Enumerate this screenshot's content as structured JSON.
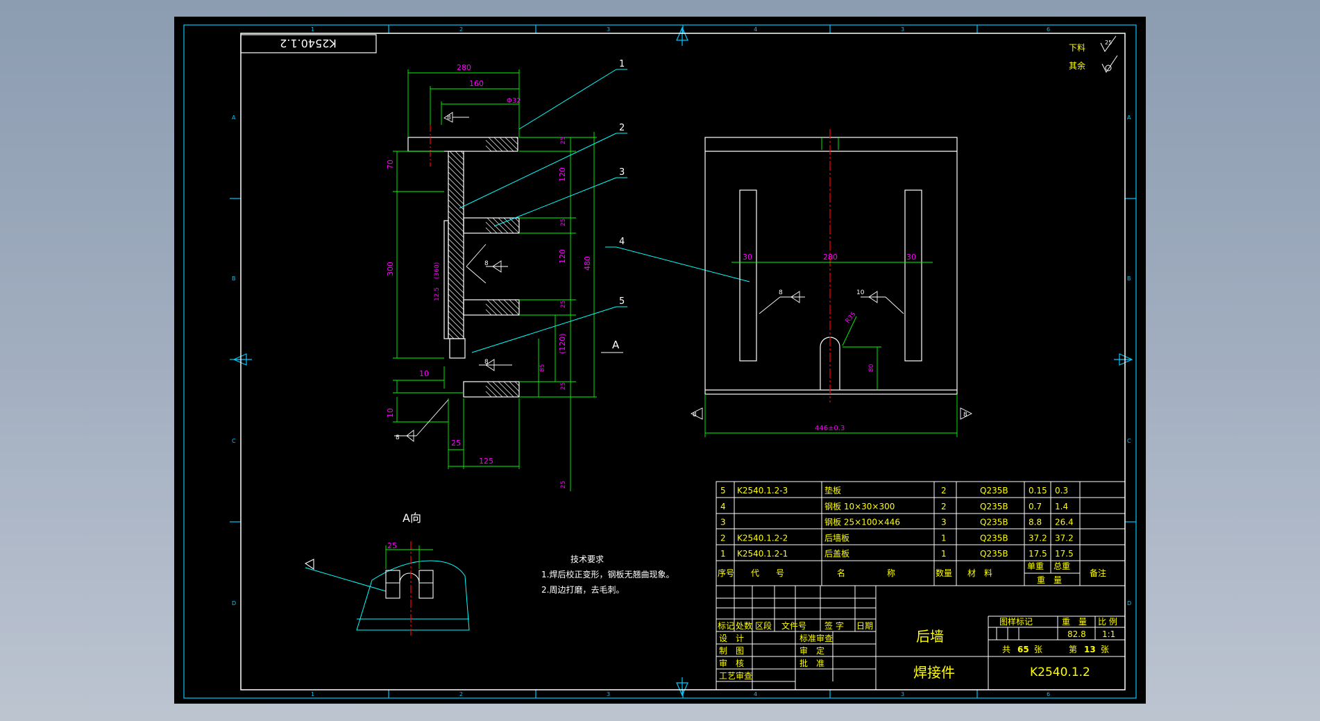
{
  "colors": {
    "background": "#000000",
    "frame": "#00c8ff",
    "outline": "#ffffff",
    "dimension": "#00ff00",
    "dimension_text": "#ff00ff",
    "centerline": "#ff0000",
    "leader": "#00ffff",
    "hatch": "#ffffff",
    "table_text": "#ffff00",
    "table_line": "#ffffff"
  },
  "drawing": {
    "code_box": "K2540.1.2",
    "zone_numbers": [
      "1",
      "2",
      "3",
      "4",
      "3",
      "6"
    ],
    "zone_letters": [
      "A",
      "B",
      "C",
      "D"
    ],
    "roughness": {
      "label_blank": "下料",
      "value_blank": "25",
      "label_rest": "其余"
    },
    "part_callouts": [
      "1",
      "2",
      "3",
      "4",
      "5"
    ],
    "view_arrow_label": "A",
    "view_a_title": "A向",
    "section": {
      "dims": {
        "w280": "280",
        "w160": "160",
        "phi32": "Φ32",
        "h70": "70",
        "h300": "300",
        "h480": "480",
        "h10_a": "10",
        "h10_b": "10",
        "w25": "25",
        "w125": "125",
        "t25_1": "25",
        "t25_2": "25",
        "t25_3": "25",
        "t25_4": "25",
        "t25_5": "25",
        "s120_1": "120",
        "s120_2": "120",
        "s120_3": "(120)",
        "r85": "85",
        "s12_5": "12.5",
        "s360": "(360)"
      }
    },
    "front": {
      "dims": {
        "w30_a": "30",
        "w280": "280",
        "w30_b": "30",
        "r35": "R35",
        "h80": "80",
        "w446": "446±0.3"
      }
    },
    "view_a": {
      "dim25": "25"
    },
    "weld_marks": {
      "w1": "8",
      "w2": "8",
      "w3": "8",
      "w4": "8",
      "w5": "8",
      "w6": "10",
      "w7": "8",
      "w8": "8"
    },
    "notes": {
      "title": "技术要求",
      "line1": "1.焊后校正变形，钢板无翘曲现象。",
      "line2": "2.周边打磨，去毛刺。"
    }
  },
  "bom": {
    "rows": [
      {
        "no": "5",
        "code": "K2540.1.2-3",
        "name": "垫板",
        "qty": "2",
        "material": "Q235B",
        "unit": "0.15",
        "total": "0.3",
        "note": ""
      },
      {
        "no": "4",
        "code": "",
        "name": "钢板 10×30×300",
        "qty": "2",
        "material": "Q235B",
        "unit": "0.7",
        "total": "1.4",
        "note": ""
      },
      {
        "no": "3",
        "code": "",
        "name": "钢板 25×100×446",
        "qty": "3",
        "material": "Q235B",
        "unit": "8.8",
        "total": "26.4",
        "note": ""
      },
      {
        "no": "2",
        "code": "K2540.1.2-2",
        "name": "后墙板",
        "qty": "1",
        "material": "Q235B",
        "unit": "37.2",
        "total": "37.2",
        "note": ""
      },
      {
        "no": "1",
        "code": "K2540.1.2-1",
        "name": "后盖板",
        "qty": "1",
        "material": "Q235B",
        "unit": "17.5",
        "total": "17.5",
        "note": ""
      }
    ],
    "header": {
      "no": "序号",
      "code": "代　　号",
      "name": "名　　　　　称",
      "qty": "数量",
      "material": "材　料",
      "unit": "单重",
      "total": "总重",
      "weight": "重　量",
      "note": "备注"
    }
  },
  "title_block": {
    "rev_headers": [
      "标记",
      "处数",
      "区段",
      "文件号",
      "签 字",
      "日期"
    ],
    "roles": [
      "设　计",
      "制　图",
      "审　核",
      "工艺审查"
    ],
    "roles2": [
      "标准审查",
      "审　定",
      "批　准"
    ],
    "part_name": "后墙",
    "part_type": "焊接件",
    "drawing_no": "K2540.1.2",
    "mark_label": "图样标记",
    "weight_label": "重　量",
    "scale_label": "比 例",
    "weight_value": "82.8",
    "scale_value": "1:1",
    "total_sheets_label": "共",
    "total_sheets": "65",
    "sheet_unit": "张",
    "sheet_label": "第",
    "sheet_no": "13",
    "sheet_unit2": "张"
  }
}
